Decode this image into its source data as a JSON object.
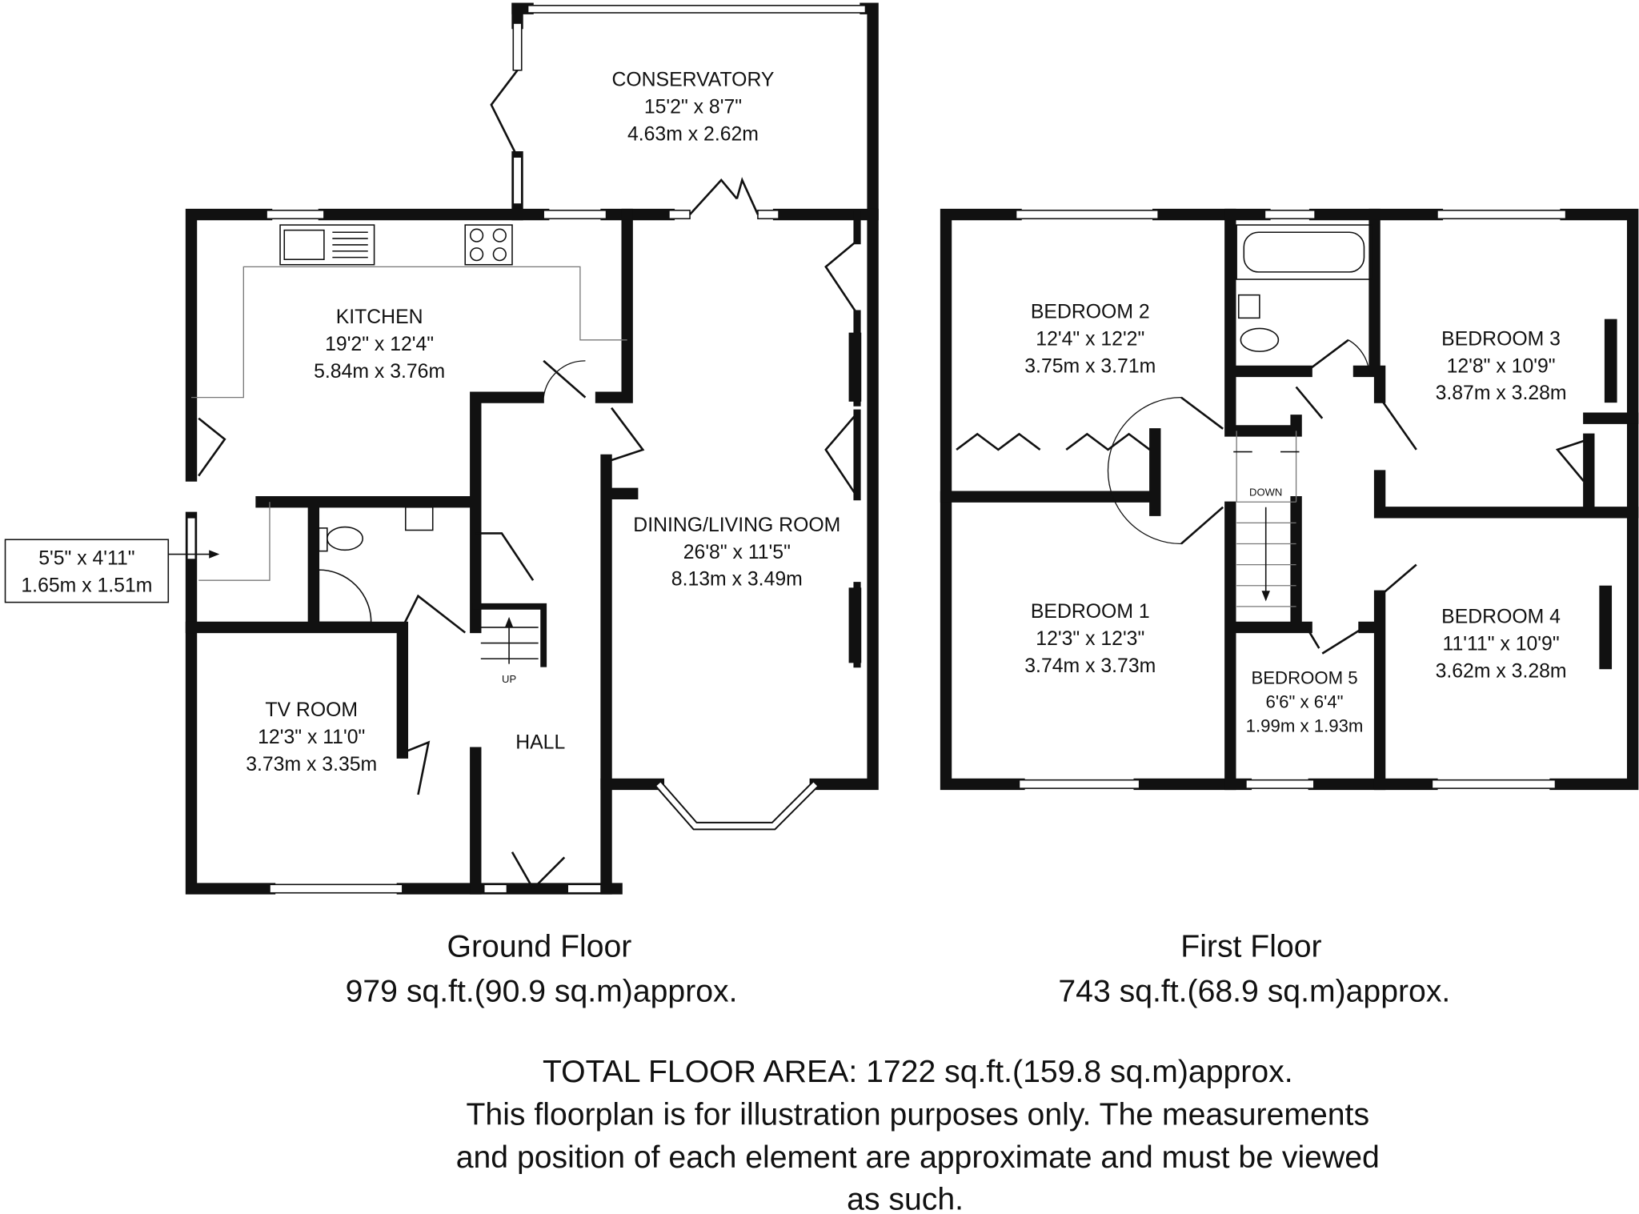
{
  "ground_floor": {
    "title": "Ground Floor",
    "area": "979 sq.ft.(90.9 sq.m)approx.",
    "rooms": [
      {
        "name": "CONSERVATORY",
        "imperial": "15'2\" x 8'7\"",
        "metric": "4.63m x 2.62m"
      },
      {
        "name": "KITCHEN",
        "imperial": "19'2\" x 12'4\"",
        "metric": "5.84m x 3.76m"
      },
      {
        "name": "DINING/LIVING ROOM",
        "imperial": "26'8\" x 11'5\"",
        "metric": "8.13m x 3.49m"
      },
      {
        "name": "TV ROOM",
        "imperial": "12'3\" x 11'0\"",
        "metric": "3.73m x 3.35m"
      },
      {
        "name": "HALL"
      }
    ],
    "callout": {
      "imperial": "5'5\" x 4'11\"",
      "metric": "1.65m x 1.51m"
    },
    "stairs_label": "UP"
  },
  "first_floor": {
    "title": "First Floor",
    "area": "743 sq.ft.(68.9 sq.m)approx.",
    "rooms": [
      {
        "name": "BEDROOM 2",
        "imperial": "12'4\" x 12'2\"",
        "metric": "3.75m x 3.71m"
      },
      {
        "name": "BEDROOM 3",
        "imperial": "12'8\" x 10'9\"",
        "metric": "3.87m x 3.28m"
      },
      {
        "name": "BEDROOM 1",
        "imperial": "12'3\" x 12'3\"",
        "metric": "3.74m x 3.73m"
      },
      {
        "name": "BEDROOM 4",
        "imperial": "11'11\" x 10'9\"",
        "metric": "3.62m x 3.28m"
      },
      {
        "name": "BEDROOM 5",
        "imperial": "6'6\" x 6'4\"",
        "metric": "1.99m x 1.93m"
      }
    ],
    "stairs_label": "DOWN"
  },
  "footer": {
    "total": "TOTAL FLOOR AREA: 1722 sq.ft.(159.8 sq.m)approx.",
    "line1": "This floorplan is for illustration purposes only. The measurements",
    "line2": "and position of each element are approximate and must be viewed",
    "line3": "as such."
  }
}
